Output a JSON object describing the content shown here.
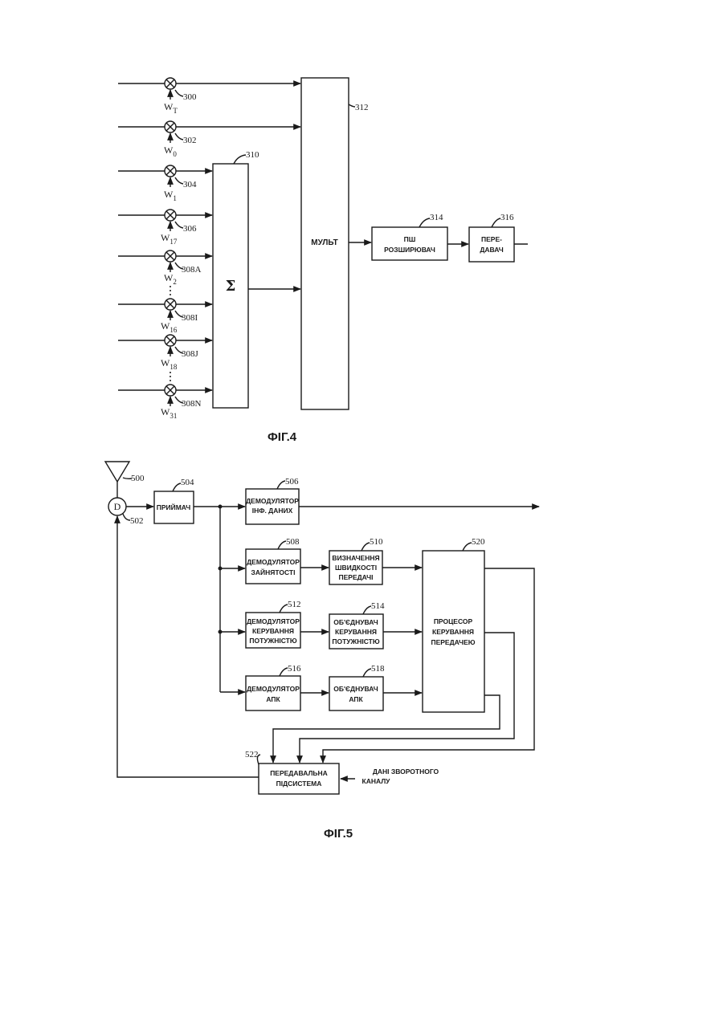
{
  "fig4": {
    "caption": "ФІГ.4",
    "multipliers": [
      {
        "ref": "300",
        "w_base": "W",
        "w_sub": "T"
      },
      {
        "ref": "302",
        "w_base": "W",
        "w_sub": "0"
      },
      {
        "ref": "304",
        "w_base": "W",
        "w_sub": "1"
      },
      {
        "ref": "306",
        "w_base": "W",
        "w_sub": "17"
      },
      {
        "ref": "308A",
        "w_base": "W",
        "w_sub": "2"
      },
      {
        "ref": "308I",
        "w_base": "W",
        "w_sub": "16"
      },
      {
        "ref": "308J",
        "w_base": "W",
        "w_sub": "18"
      },
      {
        "ref": "308N",
        "w_base": "W",
        "w_sub": "31"
      }
    ],
    "summer": {
      "ref": "310",
      "symbol": "Σ"
    },
    "mux": {
      "ref": "312",
      "label": "МУЛЬТ"
    },
    "spreader": {
      "ref": "314",
      "line1": "ПШ",
      "line2": "РОЗШИРЮВАЧ"
    },
    "transmitter": {
      "ref": "316",
      "line1": "ПЕРЕ-",
      "line2": "ДАВАЧ"
    }
  },
  "fig5": {
    "caption": "ФІГ.5",
    "antenna": {
      "ref": "500"
    },
    "duplexer": {
      "ref": "502",
      "label": "D"
    },
    "receiver": {
      "ref": "504",
      "label": "ПРИЙМАЧ"
    },
    "data_demod": {
      "ref": "506",
      "line1": "ДЕМОДУЛЯТОР",
      "line2": "ІНФ. ДАНИХ"
    },
    "busy_demod": {
      "ref": "508",
      "line1": "ДЕМОДУЛЯТОР",
      "line2": "ЗАЙНЯТОСТІ"
    },
    "rate_det": {
      "ref": "510",
      "line1": "ВИЗНАЧЕННЯ",
      "line2": "ШВИДКОСТІ",
      "line3": "ПЕРЕДАЧІ"
    },
    "pc_demod": {
      "ref": "512",
      "line1": "ДЕМОДУЛЯТОР",
      "line2": "КЕРУВАННЯ",
      "line3": "ПОТУЖНІСТЮ"
    },
    "pc_comb": {
      "ref": "514",
      "line1": "ОБ'ЄДНУВАЧ",
      "line2": "КЕРУВАННЯ",
      "line3": "ПОТУЖНІСТЮ"
    },
    "apk_demod": {
      "ref": "516",
      "line1": "ДЕМОДУЛЯТОР",
      "line2": "АПК"
    },
    "apk_comb": {
      "ref": "518",
      "line1": "ОБ'ЄДНУВАЧ",
      "line2": "АПК"
    },
    "processor": {
      "ref": "520",
      "line1": "ПРОЦЕСОР",
      "line2": "КЕРУВАННЯ",
      "line3": "ПЕРЕДАЧЕЮ"
    },
    "tx_subsystem": {
      "ref": "522",
      "line1": "ПЕРЕДАВАЛЬНА",
      "line2": "ПІДСИСТЕМА"
    },
    "reverse_data": {
      "line1": "ДАНІ ЗВОРОТНОГО",
      "line2": "КАНАЛУ"
    }
  }
}
